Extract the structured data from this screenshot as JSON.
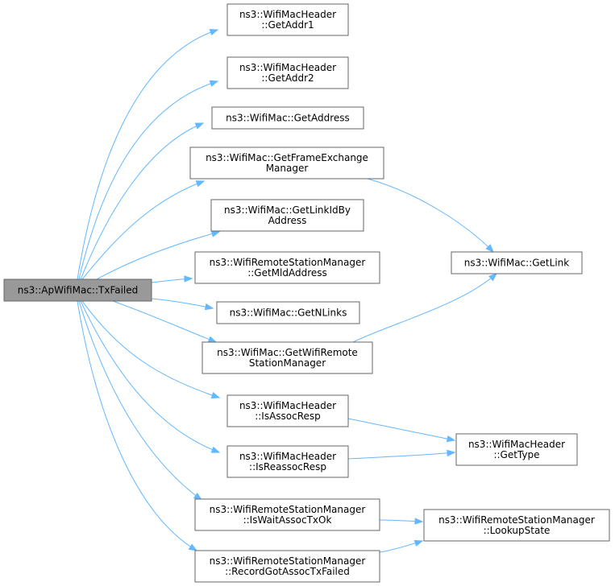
{
  "colors": {
    "edge": "#63b8ff",
    "root_fill": "#999999",
    "node_border": "#666666"
  },
  "nodes": {
    "root": {
      "lines": [
        "ns3::ApWifiMac::TxFailed"
      ]
    },
    "get_addr1": {
      "lines": [
        "ns3::WifiMacHeader",
        "::GetAddr1"
      ]
    },
    "get_addr2": {
      "lines": [
        "ns3::WifiMacHeader",
        "::GetAddr2"
      ]
    },
    "get_address": {
      "lines": [
        "ns3::WifiMac::GetAddress"
      ]
    },
    "get_frame_exchange_manager": {
      "lines": [
        "ns3::WifiMac::GetFrameExchange",
        "Manager"
      ]
    },
    "get_link_id_by_address": {
      "lines": [
        "ns3::WifiMac::GetLinkIdBy",
        "Address"
      ]
    },
    "get_mld_address": {
      "lines": [
        "ns3::WifiRemoteStationManager",
        "::GetMldAddress"
      ]
    },
    "get_n_links": {
      "lines": [
        "ns3::WifiMac::GetNLinks"
      ]
    },
    "get_wifi_remote_station_manager": {
      "lines": [
        "ns3::WifiMac::GetWifiRemote",
        "StationManager"
      ]
    },
    "is_assoc_resp": {
      "lines": [
        "ns3::WifiMacHeader",
        "::IsAssocResp"
      ]
    },
    "is_reassoc_resp": {
      "lines": [
        "ns3::WifiMacHeader",
        "::IsReassocResp"
      ]
    },
    "is_wait_assoc_tx_ok": {
      "lines": [
        "ns3::WifiRemoteStationManager",
        "::IsWaitAssocTxOk"
      ]
    },
    "record_got_assoc_tx_failed": {
      "lines": [
        "ns3::WifiRemoteStationManager",
        "::RecordGotAssocTxFailed"
      ]
    },
    "get_link": {
      "lines": [
        "ns3::WifiMac::GetLink"
      ]
    },
    "get_type": {
      "lines": [
        "ns3::WifiMacHeader",
        "::GetType"
      ]
    },
    "lookup_state": {
      "lines": [
        "ns3::WifiRemoteStationManager",
        "::LookupState"
      ]
    }
  },
  "edges": [
    {
      "from": "root",
      "to": "get_addr1"
    },
    {
      "from": "root",
      "to": "get_addr2"
    },
    {
      "from": "root",
      "to": "get_address"
    },
    {
      "from": "root",
      "to": "get_frame_exchange_manager"
    },
    {
      "from": "root",
      "to": "get_link_id_by_address"
    },
    {
      "from": "root",
      "to": "get_mld_address"
    },
    {
      "from": "root",
      "to": "get_n_links"
    },
    {
      "from": "root",
      "to": "get_wifi_remote_station_manager"
    },
    {
      "from": "root",
      "to": "is_assoc_resp"
    },
    {
      "from": "root",
      "to": "is_reassoc_resp"
    },
    {
      "from": "root",
      "to": "is_wait_assoc_tx_ok"
    },
    {
      "from": "root",
      "to": "record_got_assoc_tx_failed"
    },
    {
      "from": "get_frame_exchange_manager",
      "to": "get_link"
    },
    {
      "from": "get_wifi_remote_station_manager",
      "to": "get_link"
    },
    {
      "from": "is_assoc_resp",
      "to": "get_type"
    },
    {
      "from": "is_reassoc_resp",
      "to": "get_type"
    },
    {
      "from": "is_wait_assoc_tx_ok",
      "to": "lookup_state"
    },
    {
      "from": "record_got_assoc_tx_failed",
      "to": "lookup_state"
    }
  ]
}
